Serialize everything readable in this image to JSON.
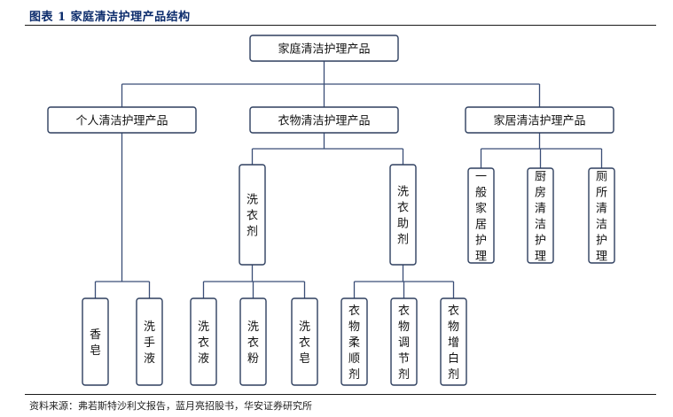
{
  "figure": {
    "title": "图表 1 家庭清洁护理产品结构",
    "source": "资料来源：弗若斯特沙利文报告，蓝月亮招股书，华安证券研究所"
  },
  "tree": {
    "root": {
      "label": "家庭清洁护理产品",
      "children": [
        {
          "label": "个人清洁护理产品",
          "children": [
            {
              "label": "香皂"
            },
            {
              "label": "洗手液"
            }
          ]
        },
        {
          "label": "衣物清洁护理产品",
          "children": [
            {
              "label": "洗衣剂",
              "children": [
                {
                  "label": "洗衣液"
                },
                {
                  "label": "洗衣粉"
                },
                {
                  "label": "洗衣皂"
                }
              ]
            },
            {
              "label": "洗衣助剂",
              "children": [
                {
                  "label": "衣物柔顺剂"
                },
                {
                  "label": "衣物调节剂"
                },
                {
                  "label": "衣物增白剂"
                }
              ]
            }
          ]
        },
        {
          "label": "家居清洁护理产品",
          "children": [
            {
              "label": "一般家居护理"
            },
            {
              "label": "厨房清洁护理"
            },
            {
              "label": "厕所清洁护理"
            }
          ]
        }
      ]
    }
  }
}
